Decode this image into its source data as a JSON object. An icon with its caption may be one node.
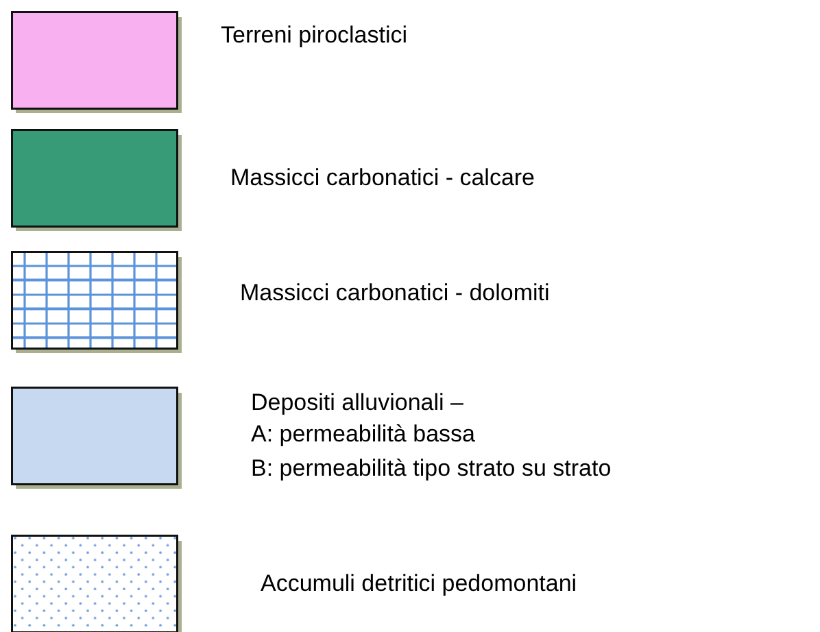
{
  "diagram": {
    "legend": [
      {
        "text": "Terreni piroclastici",
        "color": "#f9b0f0"
      },
      {
        "text": "Massicci carbonatici - calcare",
        "color": "#379b77"
      },
      {
        "text": "Massicci carbonatici - dolomiti"
      },
      {
        "text": "Depositi alluvionali –",
        "color": "#c6d9f1"
      },
      {
        "text": "Accumuli detritici pedomontani"
      }
    ],
    "labels": [
      "A: permeabilità bassa",
      "B: permeabilità tipo strato su strato"
    ]
  }
}
